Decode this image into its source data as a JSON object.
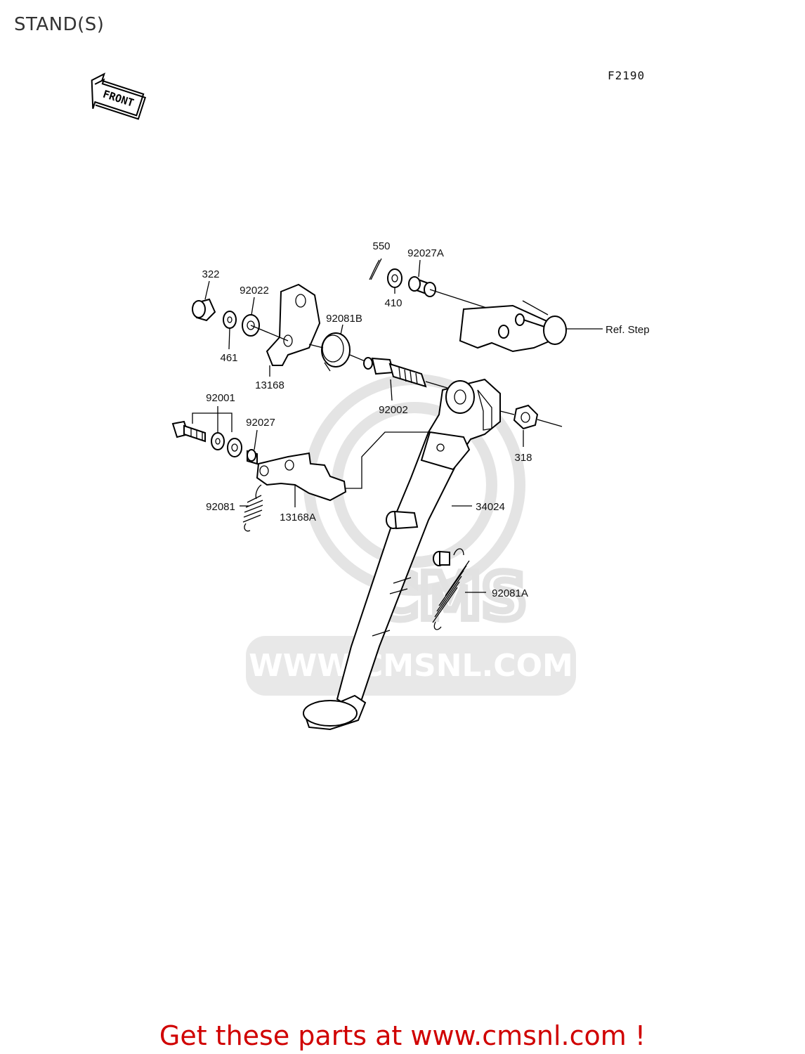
{
  "title": "STAND(S)",
  "figure_code": "F2190",
  "front_badge": "FRONT",
  "watermark_text": "WWW.CMSNL.COM",
  "watermark_logo": "CMS",
  "footer_cta": "Get these parts at www.cmsnl.com !",
  "labels": {
    "p550": "550",
    "p92027A": "92027A",
    "p322": "322",
    "p92022": "92022",
    "p410": "410",
    "p92081B": "92081B",
    "p461": "461",
    "p13168": "13168",
    "p92001": "92001",
    "p92002": "92002",
    "p92027": "92027",
    "p318": "318",
    "p92081": "92081",
    "p13168A": "13168A",
    "p34024": "34024",
    "p92081A": "92081A",
    "ref_step": "Ref. Step"
  }
}
